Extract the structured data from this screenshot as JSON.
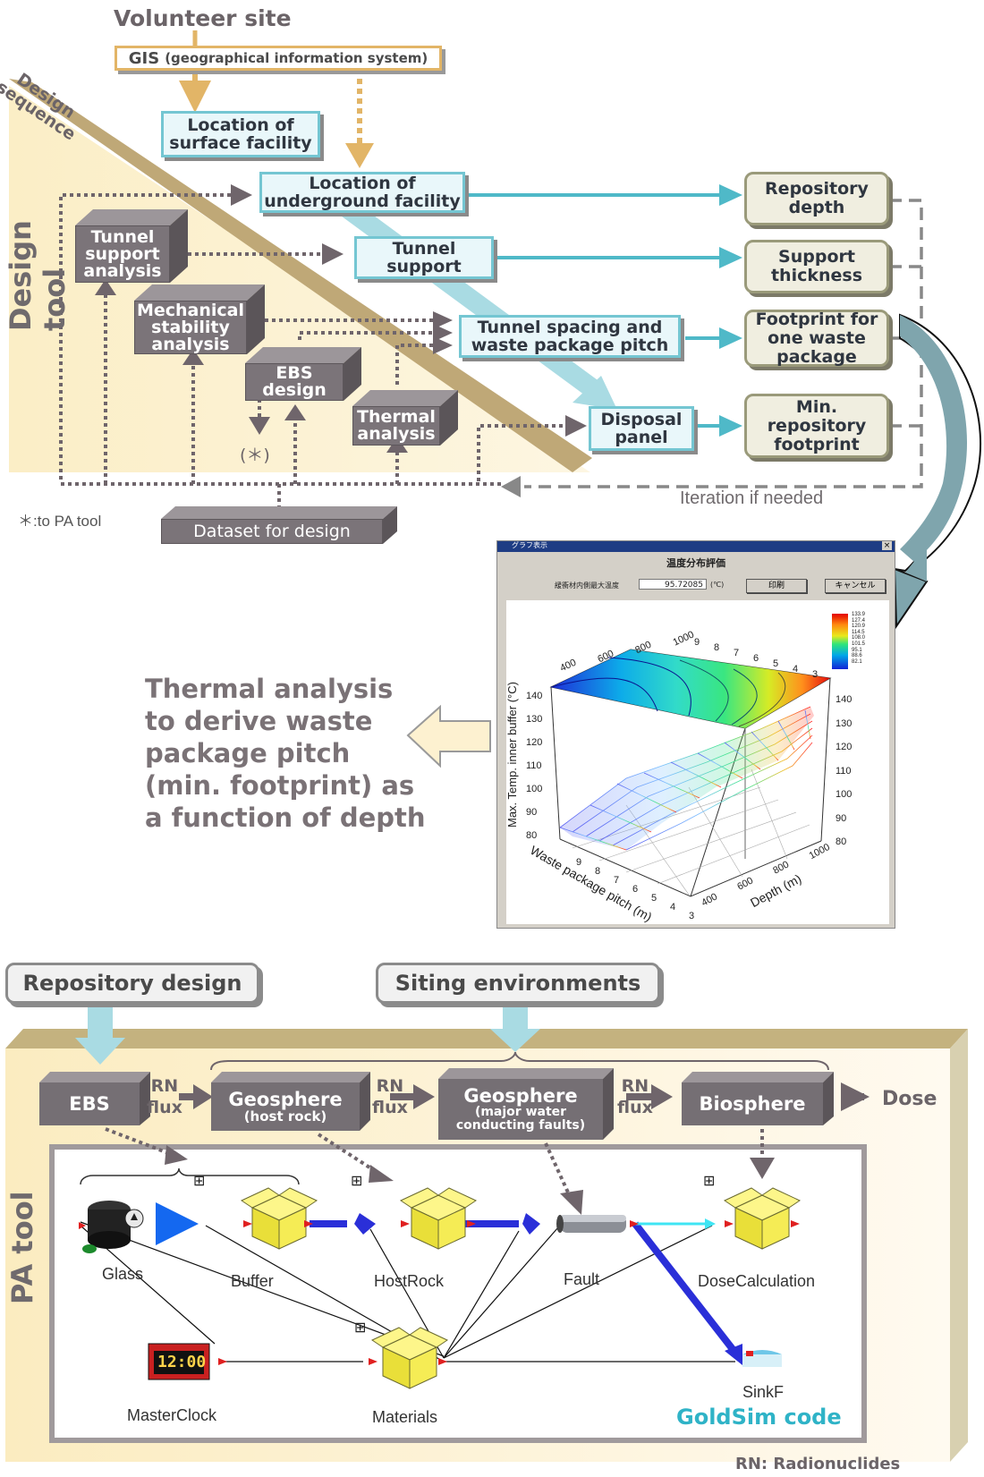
{
  "design": {
    "volunteer_site": "Volunteer site",
    "gis_label": "GIS",
    "gis_full": "(geographical information system)",
    "design_sequence": "Design sequence",
    "design_tool": "Design tool",
    "location_surface": "Location of surface facility",
    "location_underground": "Location of underground facility",
    "tunnel_support": "Tunnel support",
    "tunnel_spacing": "Tunnel spacing and waste package pitch",
    "disposal_panel": "Disposal panel",
    "tunnel_support_analysis": "Tunnel support analysis",
    "mechanical_stability": "Mechanical stability analysis",
    "ebs_design": "EBS design",
    "thermal_analysis_box": "Thermal analysis",
    "asterisk_marker": "(＊)",
    "to_pa_tool": "＊:to PA tool",
    "dataset": "Dataset for design",
    "iteration": "Iteration if needed",
    "outputs": [
      "Repository depth",
      "Support thickness",
      "Footprint for one waste package",
      "Min. repository footprint"
    ]
  },
  "window": {
    "title": "グラフ表示",
    "header": "温度分布評価",
    "field_label": "緩衝材内側最大温度",
    "field_value": "95.72085",
    "unit": "(℃)",
    "print_button": "印刷",
    "cancel_button": "キャンセル",
    "close": "×"
  },
  "chart": {
    "y_label": "Max. Temp. inner buffer (°C)",
    "x_label": "Waste package pitch (m)",
    "depth_label": "Depth (m)",
    "y_ticks_left": [
      "140",
      "130",
      "120",
      "110",
      "100",
      "90",
      "80"
    ],
    "y_ticks_right": [
      "140",
      "130",
      "120",
      "110",
      "100",
      "90",
      "80"
    ],
    "depth_ticks_top": [
      "400",
      "600",
      "800",
      "1000"
    ],
    "pitch_ticks_top": [
      "9",
      "8",
      "7",
      "6",
      "5",
      "4",
      "3"
    ],
    "pitch_ticks_bottom": [
      "9",
      "8",
      "7",
      "6",
      "5",
      "4",
      "3"
    ],
    "depth_ticks_bottom": [
      "400",
      "600",
      "800",
      "1000"
    ],
    "legend": [
      "133.9",
      "127.4",
      "120.9",
      "114.5",
      "108.0",
      "101.5",
      "95.1",
      "88.6",
      "82.1"
    ]
  },
  "chart_data": {
    "type": "surface",
    "x_name": "Waste package pitch (m)",
    "y_name": "Depth (m)",
    "z_name": "Max. Temp. inner buffer (°C)",
    "x_range": [
      3,
      9
    ],
    "y_range": [
      400,
      1000
    ],
    "z_range": [
      80,
      140
    ],
    "legend_levels": [
      133.9,
      127.4,
      120.9,
      114.5,
      108.0,
      101.5,
      95.1,
      88.6,
      82.1
    ]
  },
  "thermal_text": [
    "Thermal analysis",
    "to derive waste",
    "package pitch",
    "(min. footprint) as",
    "a function of depth"
  ],
  "pa": {
    "repository_design": "Repository design",
    "siting": "Siting environments",
    "pa_tool": "PA tool",
    "ebs": "EBS",
    "geo1": "Geosphere",
    "geo1_sub": "(host rock)",
    "geo2": "Geosphere",
    "geo2_sub": "(major water conducting faults)",
    "biosphere": "Biosphere",
    "dose": "Dose",
    "rn": "RN",
    "flux": "flux",
    "rn_note": "RN: Radionuclides"
  },
  "goldsim": {
    "nodes": [
      "Glass",
      "Buffer",
      "HostRock",
      "Fault",
      "DoseCalculation",
      "MasterClock",
      "Materials",
      "SinkF"
    ],
    "clock": "12:00",
    "code": "GoldSim code",
    "expand": "⊞"
  }
}
